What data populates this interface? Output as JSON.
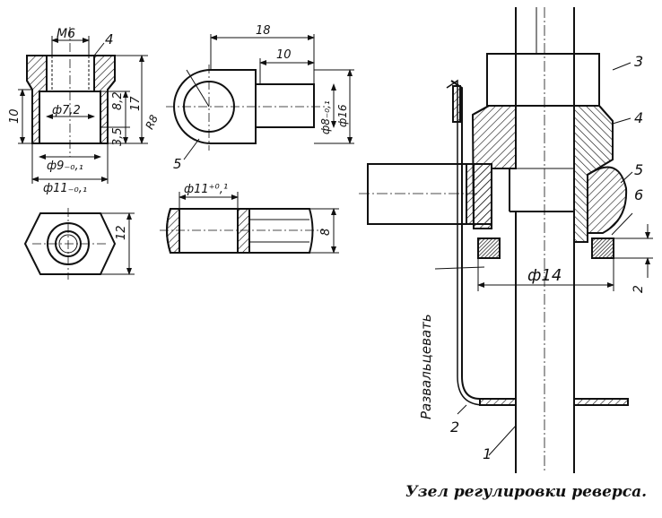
{
  "caption": "Узел регулировки реверса.",
  "part_numbers": {
    "p1": "1",
    "p2": "2",
    "p3": "3",
    "p4": "4",
    "p5": "5",
    "p6": "6",
    "nut_4": "4",
    "eye_5": "5"
  },
  "dimensions": {
    "nut_thread": "М6",
    "nut_bore_dia": "ф7,2",
    "nut_bore_depth": "8,2",
    "nut_height": "17",
    "nut_left_height": "10",
    "nut_step": "3,5",
    "nut_dia9": "ф9₋₀,₁",
    "nut_dia11": "ф11₋₀,₁",
    "hex_flat": "12",
    "eye_radius": "R8",
    "eye_length": "18",
    "eye_shank": "10",
    "eye_shank_dia": "ф8₋₀,₁",
    "eye_dia16": "ф16",
    "eye_ring_dia": "ф11⁺⁰,¹",
    "eye_ring_width": "8",
    "assembly_dia": "ф14",
    "assembly_gap": "2"
  },
  "note_flare": "Развальцевать"
}
